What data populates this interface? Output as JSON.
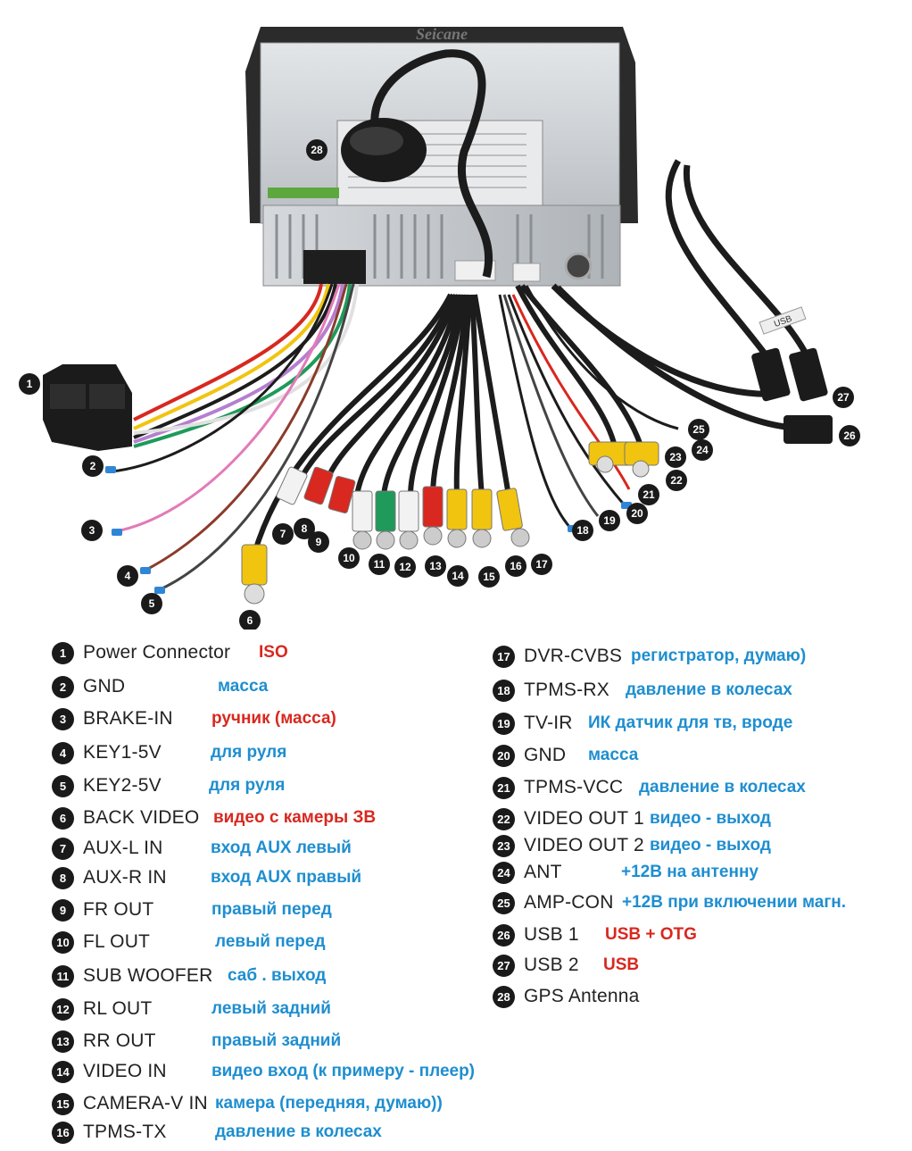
{
  "diagram": {
    "brand": "Seicane",
    "usb_tag": "USB"
  },
  "legend_left": [
    {
      "num": "1",
      "label": "Power Connector",
      "note": "ISO",
      "note_color": "red"
    },
    {
      "num": "2",
      "label": "GND",
      "note": "масса",
      "note_color": "blue"
    },
    {
      "num": "3",
      "label": "BRAKE-IN",
      "note": "ручник (масса)",
      "note_color": "red"
    },
    {
      "num": "4",
      "label": "KEY1-5V",
      "note": "для руля",
      "note_color": "blue"
    },
    {
      "num": "5",
      "label": "KEY2-5V",
      "note": "для руля",
      "note_color": "blue"
    },
    {
      "num": "6",
      "label": "BACK VIDEO",
      "note": "видео с камеры ЗВ",
      "note_color": "red"
    },
    {
      "num": "7",
      "label": "AUX-L IN",
      "note": "вход AUX левый",
      "note_color": "blue"
    },
    {
      "num": "8",
      "label": "AUX-R IN",
      "note": "вход AUX правый",
      "note_color": "blue"
    },
    {
      "num": "9",
      "label": "FR OUT",
      "note": "правый перед",
      "note_color": "blue"
    },
    {
      "num": "10",
      "label": "FL OUT",
      "note": "левый перед",
      "note_color": "blue"
    },
    {
      "num": "11",
      "label": "SUB WOOFER",
      "note": "саб . выход",
      "note_color": "blue"
    },
    {
      "num": "12",
      "label": "RL OUT",
      "note": "левый задний",
      "note_color": "blue"
    },
    {
      "num": "13",
      "label": "RR OUT",
      "note": "правый задний",
      "note_color": "blue"
    },
    {
      "num": "14",
      "label": "VIDEO IN",
      "note": "видео вход (к примеру - плеер)",
      "note_color": "blue"
    },
    {
      "num": "15",
      "label": "CAMERA-V IN",
      "note": "камера (передняя, думаю))",
      "note_color": "blue"
    },
    {
      "num": "16",
      "label": "TPMS-TX",
      "note": "давление в колесах",
      "note_color": "blue"
    }
  ],
  "legend_right": [
    {
      "num": "17",
      "label": "DVR-CVBS",
      "note": "регистратор, думаю)",
      "note_color": "blue"
    },
    {
      "num": "18",
      "label": "TPMS-RX",
      "note": "давление в колесах",
      "note_color": "blue"
    },
    {
      "num": "19",
      "label": "TV-IR",
      "note": "ИК датчик для тв, вроде",
      "note_color": "blue"
    },
    {
      "num": "20",
      "label": "GND",
      "note": "масса",
      "note_color": "blue"
    },
    {
      "num": "21",
      "label": "TPMS-VCC",
      "note": "давление в колесах",
      "note_color": "blue"
    },
    {
      "num": "22",
      "label": "VIDEO OUT 1",
      "note": "видео - выход",
      "note_color": "blue"
    },
    {
      "num": "23",
      "label": "VIDEO OUT 2",
      "note": "видео - выход",
      "note_color": "blue"
    },
    {
      "num": "24",
      "label": "ANT",
      "note": "+12В на антенну",
      "note_color": "blue"
    },
    {
      "num": "25",
      "label": "AMP-CON",
      "note": "+12В при включении магн.",
      "note_color": "blue"
    },
    {
      "num": "26",
      "label": "USB 1",
      "note": "USB + OTG",
      "note_color": "red"
    },
    {
      "num": "27",
      "label": "USB 2",
      "note": "USB",
      "note_color": "red"
    },
    {
      "num": "28",
      "label": "GPS Antenna",
      "note": "",
      "note_color": "blue"
    }
  ],
  "colors": {
    "note_blue": "#1e8ed0",
    "note_red": "#d8281f",
    "rca_red": "#d8281f",
    "rca_white": "#f2f2f2",
    "rca_green": "#1f9a5a",
    "rca_yellow": "#f1c40f",
    "unit_metal": "#c9cdd1",
    "cable_black": "#1c1c1c"
  }
}
